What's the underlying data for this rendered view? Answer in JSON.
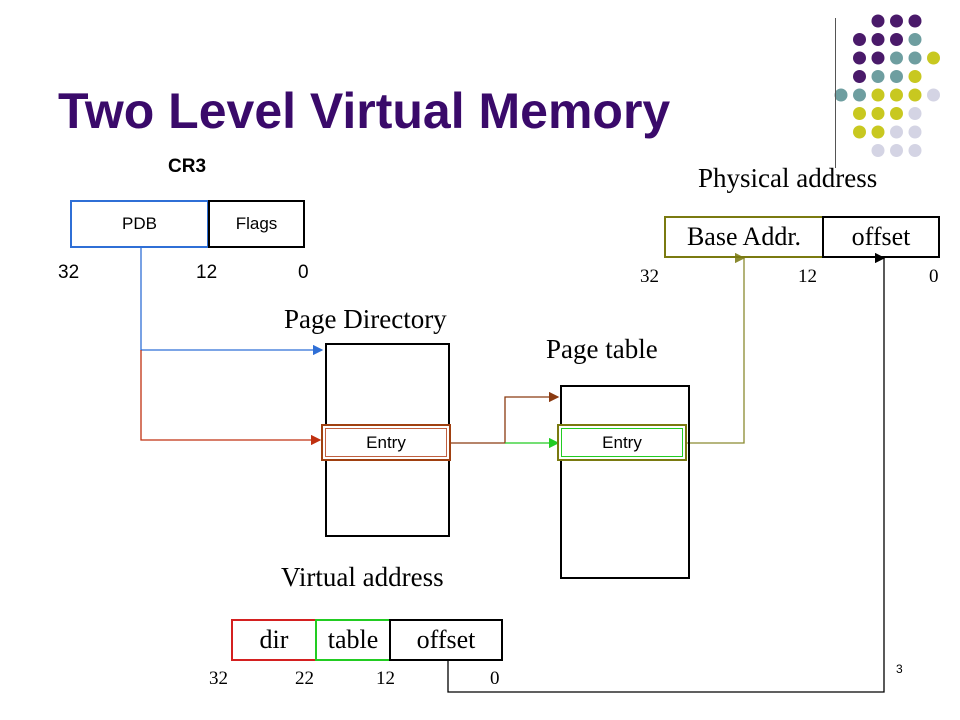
{
  "title": "Two Level Virtual Memory",
  "slide_number": "3",
  "colors": {
    "title": "#3a0a6a",
    "pdb_blue": "#2f6fd6",
    "dir_red": "#d42020",
    "table_green": "#22cc22",
    "base_olive": "#7a7a10",
    "entry_brown": "#a04010"
  },
  "cr3": {
    "label": "CR3",
    "fields": [
      "PDB",
      "Flags"
    ],
    "bits": [
      "32",
      "12",
      "0"
    ]
  },
  "physical_address": {
    "label": "Physical address",
    "fields": [
      "Base Addr.",
      "offset"
    ],
    "bits": [
      "32",
      "12",
      "0"
    ]
  },
  "page_directory": {
    "label": "Page Directory",
    "entry": "Entry"
  },
  "page_table": {
    "label": "Page table",
    "entry": "Entry"
  },
  "virtual_address": {
    "label": "Virtual address",
    "fields": [
      "dir",
      "table",
      "offset"
    ],
    "bits": [
      "32",
      "22",
      "12",
      "0"
    ]
  }
}
